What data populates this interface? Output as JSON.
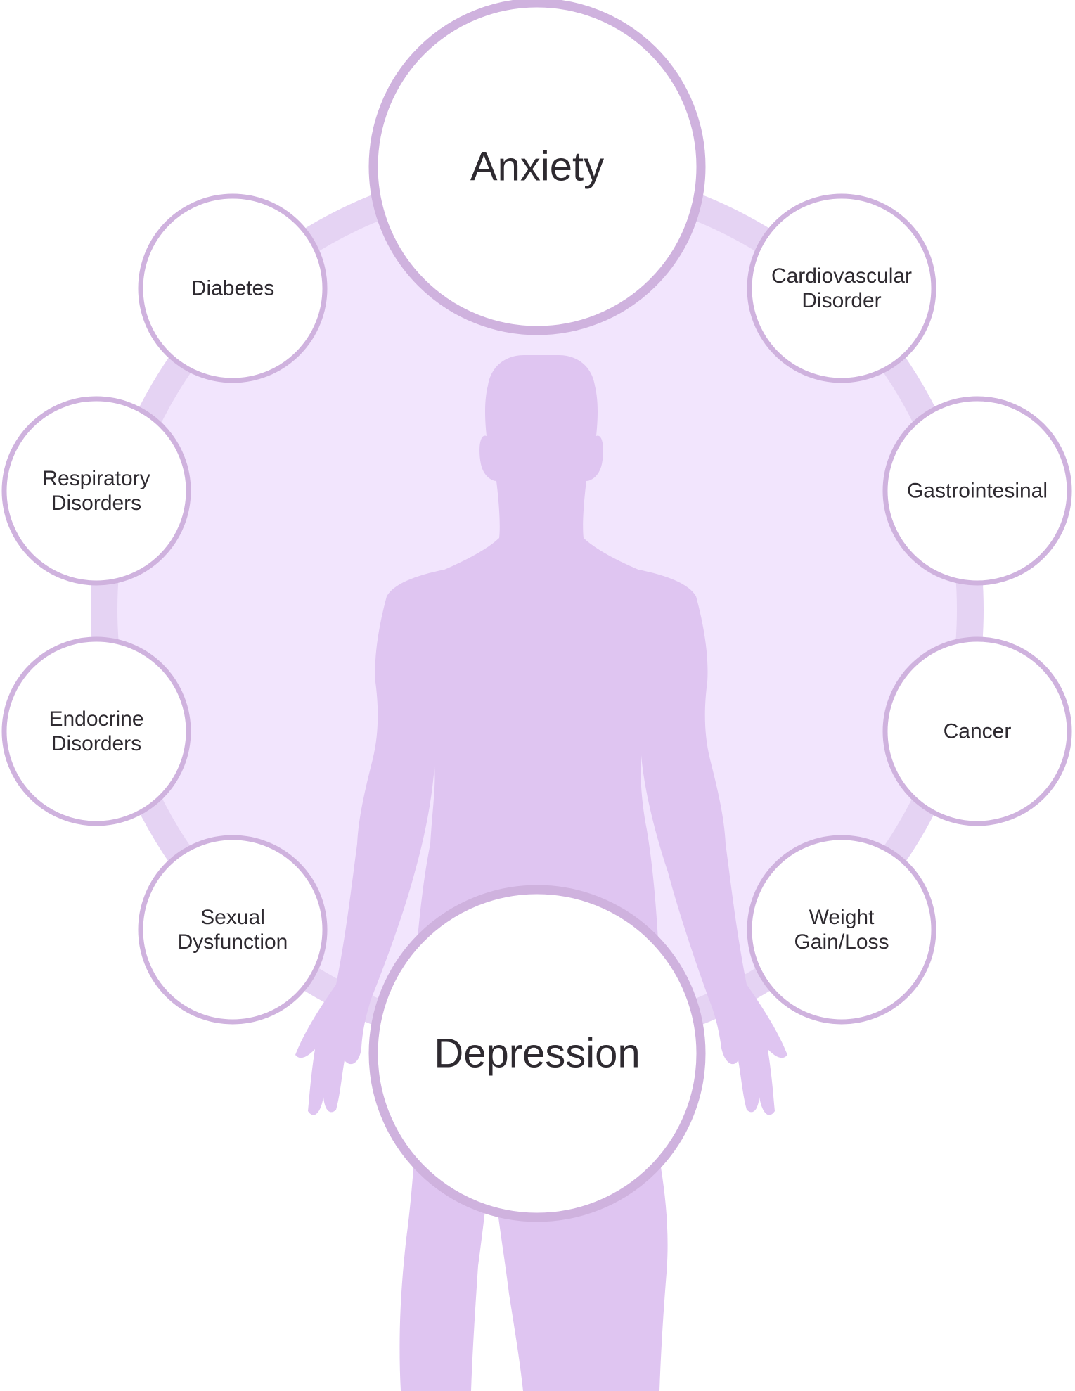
{
  "colors": {
    "background": "#ffffff",
    "ring_fill": "#f2e5fd",
    "ring_stroke": "#e5d3f3",
    "silhouette": "#dfc5f1",
    "bubble_fill": "#ffffff",
    "bubble_stroke": "#cfb2de",
    "text": "#2e2a30"
  },
  "diagram": {
    "center_top": {
      "label": "Anxiety"
    },
    "center_bottom": {
      "label": "Depression"
    },
    "conditions": [
      {
        "id": "diabetes",
        "lines": [
          "Diabetes"
        ]
      },
      {
        "id": "cardiovascular-disorder",
        "lines": [
          "Cardiovascular",
          "Disorder"
        ]
      },
      {
        "id": "respiratory-disorders",
        "lines": [
          "Respiratory",
          "Disorders"
        ]
      },
      {
        "id": "gastrointesinal",
        "lines": [
          "Gastrointesinal"
        ]
      },
      {
        "id": "endocrine-disorders",
        "lines": [
          "Endocrine",
          "Disorders"
        ]
      },
      {
        "id": "cancer",
        "lines": [
          "Cancer"
        ]
      },
      {
        "id": "sexual-dysfunction",
        "lines": [
          "Sexual",
          "Dysfunction"
        ]
      },
      {
        "id": "weight-gain-loss",
        "lines": [
          "Weight",
          "Gain/Loss"
        ]
      }
    ]
  }
}
